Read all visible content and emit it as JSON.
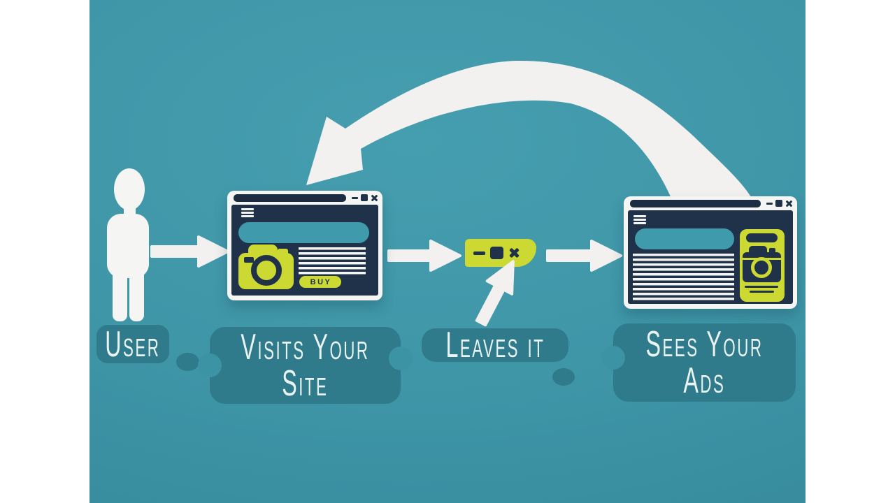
{
  "canvas": {
    "frame_color": "#FFFFFF",
    "background_teal": "#3E95A6"
  },
  "palette": {
    "navy": "#20324A",
    "navy_dark": "#1C2C42",
    "yellow_green": "#CBD932",
    "white": "#F5F6F4",
    "label_blob": "#2F7A8B",
    "label_text": "#E9F3F1",
    "banner_teal": "#3F9BAC"
  },
  "flow": {
    "step1": {
      "label": "User"
    },
    "step2": {
      "label_line1": "Visits Your",
      "label_line2": "Site",
      "buy_button": "BUY"
    },
    "step3": {
      "label": "Leaves it"
    },
    "step4": {
      "label_line1": "Sees Your",
      "label_line2": "Ads"
    }
  }
}
